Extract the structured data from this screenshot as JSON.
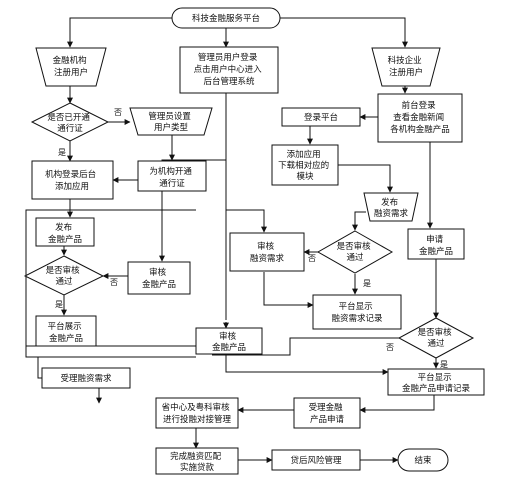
{
  "nodes": {
    "start": "科技金融服务平台",
    "fin_register": [
      "金融机构",
      "注册用户"
    ],
    "admin_login": [
      "管理员用户登录",
      "点击用户中心进入",
      "后台管理系统"
    ],
    "tech_register": [
      "科技企业",
      "注册用户"
    ],
    "open_cert_q": [
      "是否已开通",
      "通行证"
    ],
    "admin_set_type": [
      "管理员设置",
      "用户类型"
    ],
    "open_cert": [
      "为机构开通",
      "通行证"
    ],
    "front_login": [
      "前台登录",
      "查看金融新闻",
      "各机构金融产品"
    ],
    "login_platform": "登录平台",
    "add_app_1": [
      "机构登录后台",
      "添加应用"
    ],
    "add_app_2": [
      "添加应用",
      "下载相对应的",
      "模块"
    ],
    "publish_product": [
      "发布",
      "金融产品"
    ],
    "publish_demand": [
      "发布",
      "融资需求"
    ],
    "review_q_1": [
      "是否审核",
      "通过"
    ],
    "review_product_1": [
      "审核",
      "金融产品"
    ],
    "review_demand": [
      "审核",
      "融资需求"
    ],
    "review_q_2": [
      "是否审核",
      "通过"
    ],
    "apply_product": [
      "申请",
      "金融产品"
    ],
    "show_product": [
      "平台展示",
      "金融产品"
    ],
    "show_demand": [
      "平台显示",
      "融资需求记录"
    ],
    "review_product_2": [
      "审核",
      "金融产品"
    ],
    "review_q_3": [
      "是否审核",
      "通过"
    ],
    "accept_demand": "受理融资需求",
    "show_apply": [
      "平台显示",
      "金融产品申请记录"
    ],
    "province_review": [
      "省中心及粤科审核",
      "进行投融对接管理"
    ],
    "accept_product_apply": [
      "受理金融",
      "产品申请"
    ],
    "complete_match": [
      "完成融资匹配",
      "实施贷款"
    ],
    "post_loan": "贷后风险管理",
    "end": "结束"
  },
  "labels": {
    "no": "否",
    "yes": "是"
  }
}
